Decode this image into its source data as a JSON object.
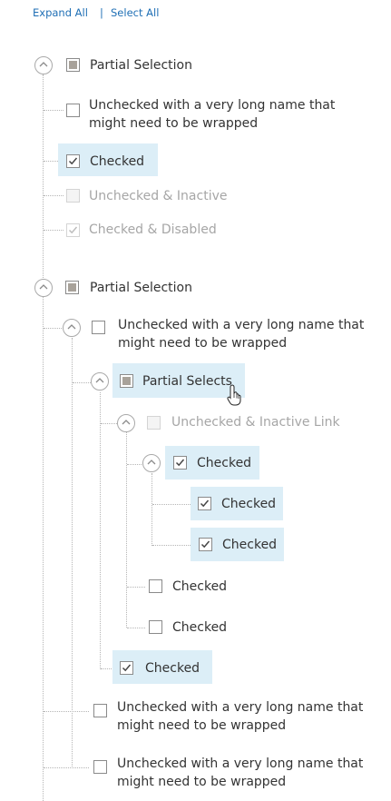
{
  "toolbar": {
    "expand_all": "Expand All",
    "separator": "|",
    "select_all": "Select All"
  },
  "colors": {
    "link": "#1f6fb5",
    "highlight": "#dceef7",
    "partial_fill": "#a8a29a",
    "disabled_text": "#a6a6a6"
  },
  "tree": {
    "group1": {
      "root_label": "Partial Selection",
      "item1": "Unchecked with a very long name that might need to be wrapped",
      "item2": "Checked",
      "item3": "Unchecked & Inactive",
      "item4": "Checked & Disabled"
    },
    "group2": {
      "root_label": "Partial Selection",
      "child1": "Unchecked with a very long name that might need to be wrapped",
      "partial_selects": "Partial Selects",
      "inactive_link": "Unchecked & Inactive Link",
      "checked_parent": "Checked",
      "checked_a": "Checked",
      "checked_b": "Checked",
      "checked_c": "Checked",
      "checked_d": "Checked",
      "checked_e": "Checked",
      "child_long_a": "Unchecked with a very long name that might need to be wrapped",
      "child_long_b": "Unchecked with a very long name that might need to be wrapped"
    }
  }
}
